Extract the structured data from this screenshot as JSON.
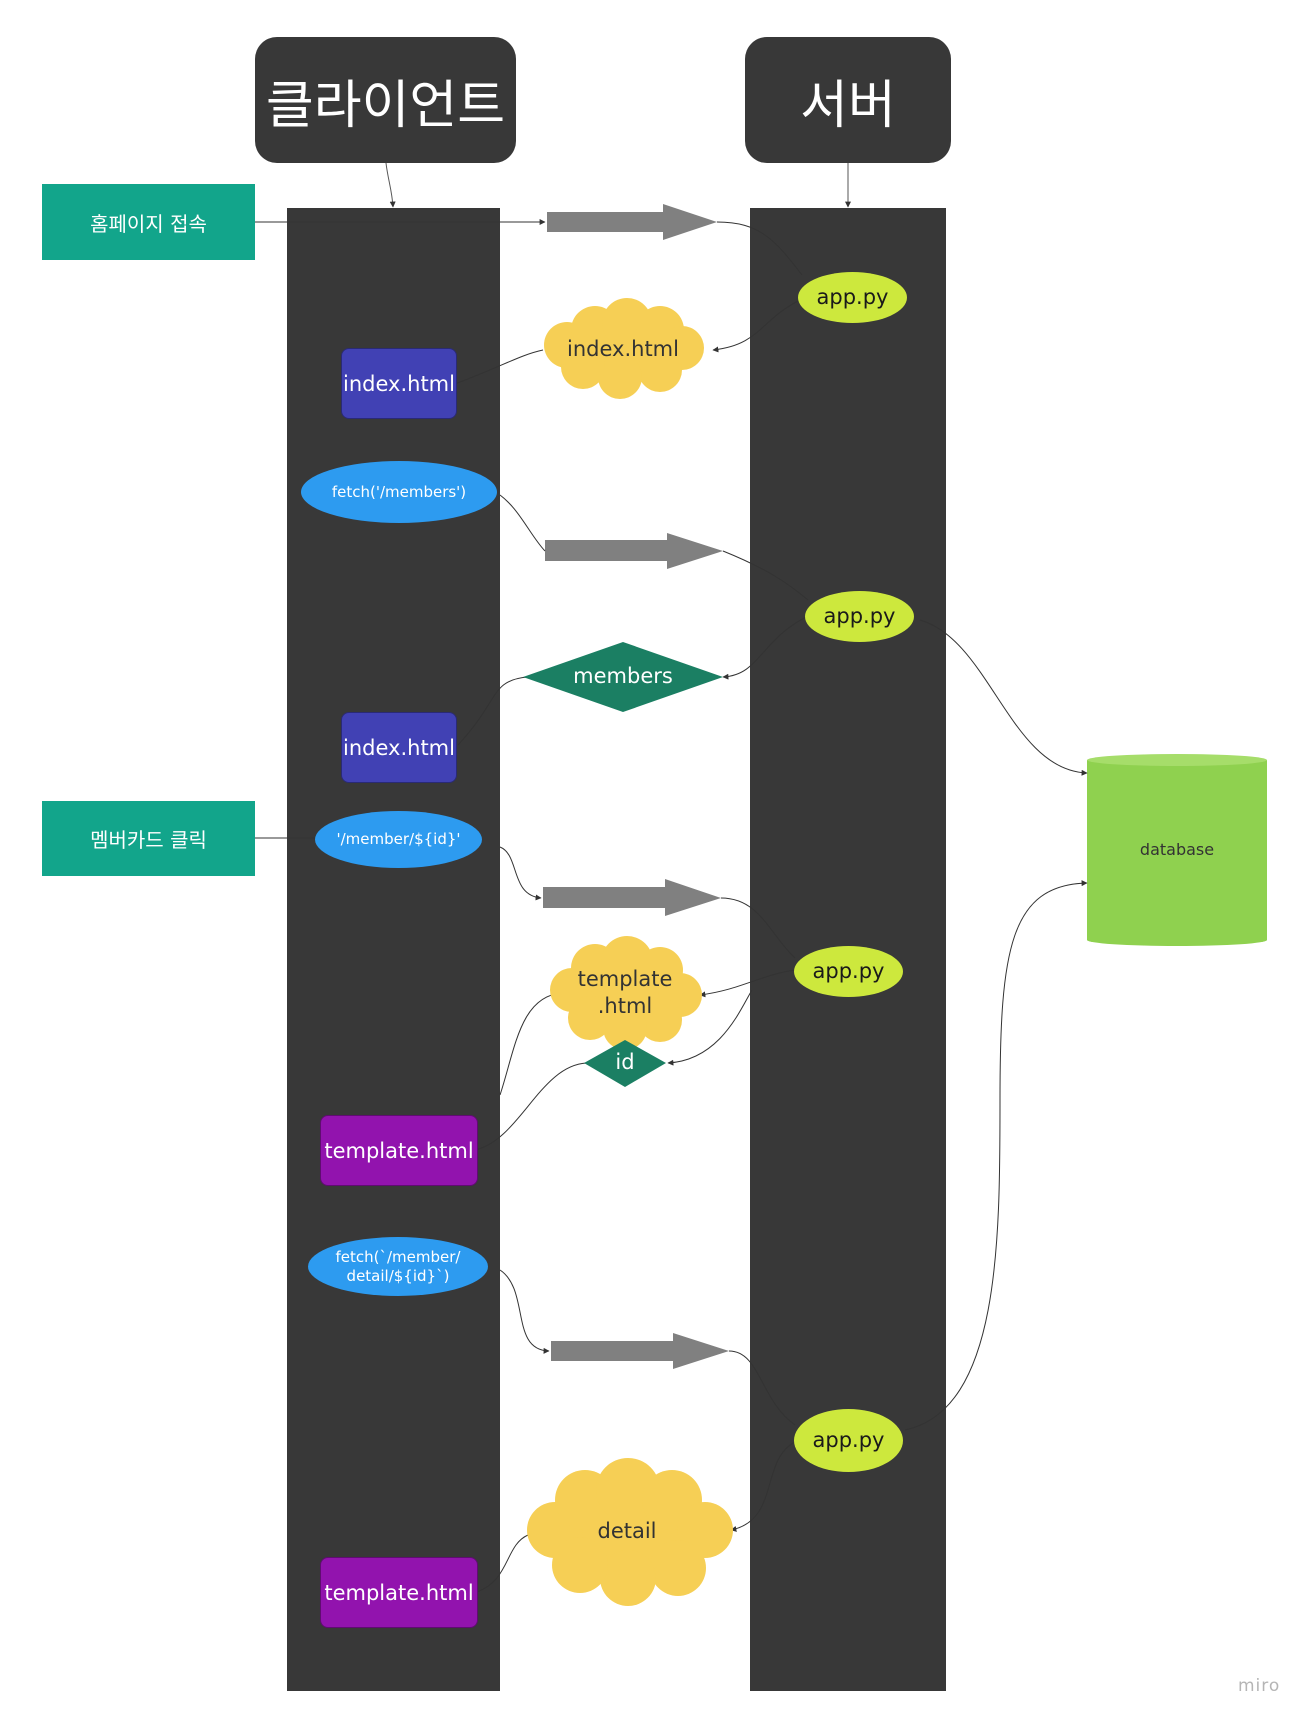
{
  "headers": {
    "client": "클라이언트",
    "server": "서버"
  },
  "actions": {
    "visit_homepage": "홈페이지 접속",
    "click_member_card": "멤버카드 클릭"
  },
  "client_nodes": {
    "index_html_1": "index.html",
    "fetch_members": "fetch('/members')",
    "index_html_2": "index.html",
    "member_id_path": "'/member/${id}'",
    "template_html_1": "template.html",
    "fetch_detail_line1": "fetch(`/member/",
    "fetch_detail_line2": "detail/${id}`)",
    "template_html_2": "template.html"
  },
  "server_nodes": {
    "app_py_1": "app.py",
    "app_py_2": "app.py",
    "app_py_3": "app.py",
    "app_py_4": "app.py"
  },
  "responses": {
    "index_html_cloud": "index.html",
    "members_diamond": "members",
    "template_cloud_line1": "template",
    "template_cloud_line2": ".html",
    "id_diamond": "id",
    "detail_cloud": "detail"
  },
  "database": "database",
  "watermark": "miro",
  "colors": {
    "dark": "#383838",
    "action_teal": "#12a58b",
    "box_blue": "#4141b4",
    "box_purple": "#9213ae",
    "ellipse_blue": "#2d9bf0",
    "ellipse_lime": "#cde83d",
    "cloud_yellow": "#f6cf55",
    "diamond_green": "#1b7f63",
    "database_green": "#8fd14f",
    "request_arrow": "#808080"
  }
}
